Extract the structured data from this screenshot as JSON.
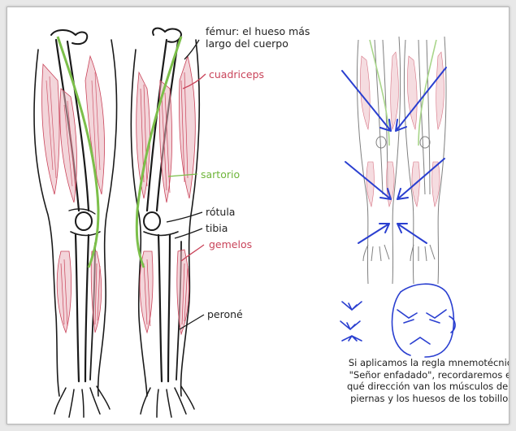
{
  "labels": {
    "femur_line1": "fémur: el hueso más",
    "femur_line2": "largo del cuerpo",
    "cuadriceps": "cuadriceps",
    "sartorio": "sartorio",
    "rotula": "rótula",
    "tibia": "tibia",
    "gemelos": "gemelos",
    "perone": "peroné"
  },
  "caption": {
    "line1": "Si aplicamos la regla mnemotécnica",
    "line2": "\"Señor enfadado\", recordaremos en",
    "line3": "qué dirección van los músculos de las",
    "line4": "piernas y los huesos de los tobillos."
  },
  "colors": {
    "muscle_red": "#c9445a",
    "muscle_fill": "#e7a5ae",
    "sartorius_green": "#7cbf4a",
    "arrow_blue": "#2a3fd0",
    "ink": "#1a1a1a"
  }
}
